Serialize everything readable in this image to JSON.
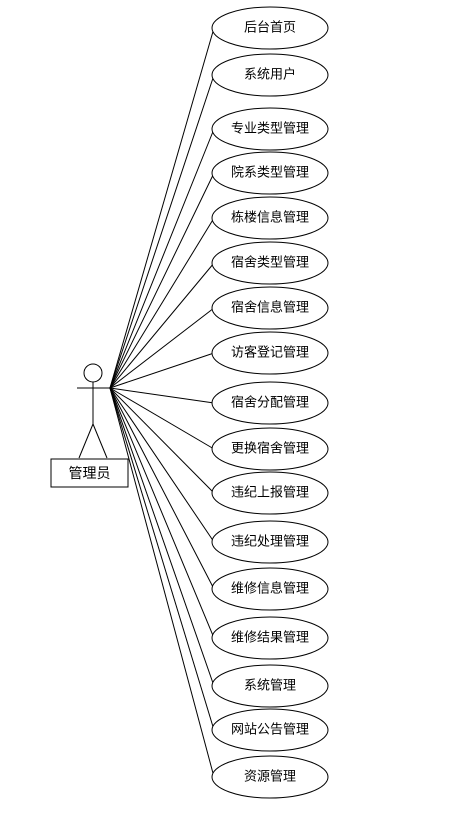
{
  "actor": {
    "label": "管理员"
  },
  "use_cases": [
    {
      "label": "后台首页"
    },
    {
      "label": "系统用户"
    },
    {
      "label": "专业类型管理"
    },
    {
      "label": "院系类型管理"
    },
    {
      "label": "栋楼信息管理"
    },
    {
      "label": "宿舍类型管理"
    },
    {
      "label": "宿舍信息管理"
    },
    {
      "label": "访客登记管理"
    },
    {
      "label": "宿舍分配管理"
    },
    {
      "label": "更换宿舍管理"
    },
    {
      "label": "违纪上报管理"
    },
    {
      "label": "违纪处理管理"
    },
    {
      "label": "维修信息管理"
    },
    {
      "label": "维修结果管理"
    },
    {
      "label": "系统管理"
    },
    {
      "label": "网站公告管理"
    },
    {
      "label": "资源管理"
    }
  ]
}
